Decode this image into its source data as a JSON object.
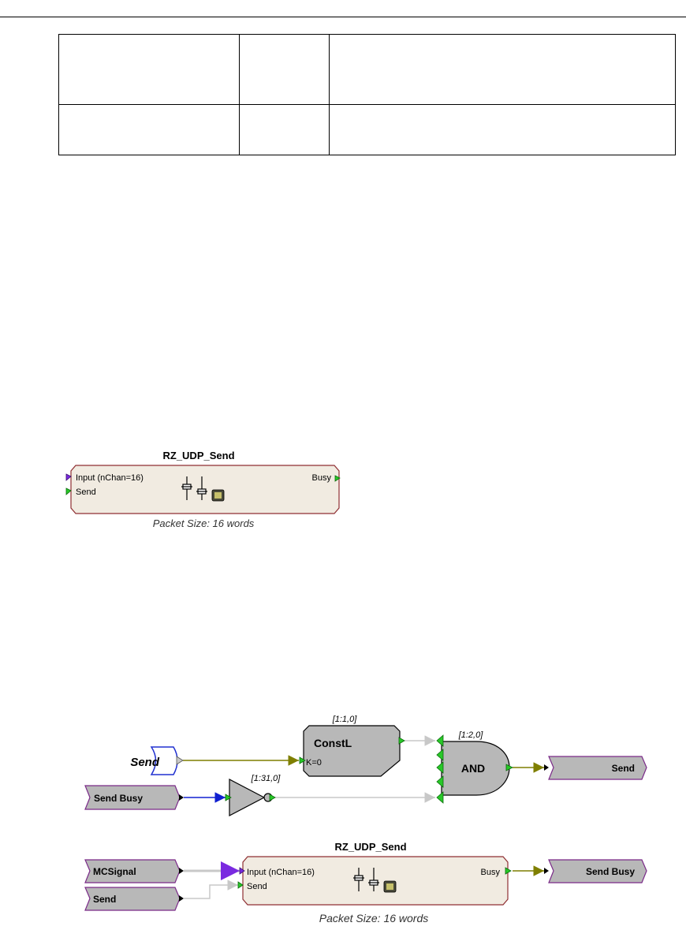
{
  "block1": {
    "title": "RZ_UDP_Send",
    "input_label": "Input  (nChan=16)",
    "send_label": "Send",
    "busy_label": "Busy",
    "caption": "Packet Size: 16 words"
  },
  "circuit": {
    "constl": {
      "index": "[1:1,0]",
      "name": "ConstL",
      "param": "K=0"
    },
    "and_gate": {
      "index": "[1:2,0]",
      "name": "AND"
    },
    "inverter": {
      "index": "[1:31,0]"
    },
    "send_source": "Send",
    "send_busy_tag": "Send Busy",
    "send_out_tag": "Send",
    "udp": {
      "title": "RZ_UDP_Send",
      "input_label": "Input  (nChan=16)",
      "send_label": "Send",
      "busy_label": "Busy",
      "caption": "Packet Size: 16 words"
    },
    "mcsignal_tag": "MCSignal",
    "send_tag2": "Send",
    "send_busy_out_tag": "Send Busy"
  },
  "colors": {
    "block_fill": "#f1ebe1",
    "block_border": "#8f2f33",
    "component_fill": "#b8b8b8",
    "tag_border": "#7a2a88",
    "port_green": "#28c828",
    "port_purple": "#7a2ae0",
    "wire_olive": "#7f7f00",
    "wire_blue": "#1020d0",
    "wire_gray": "#c8c8c8"
  }
}
